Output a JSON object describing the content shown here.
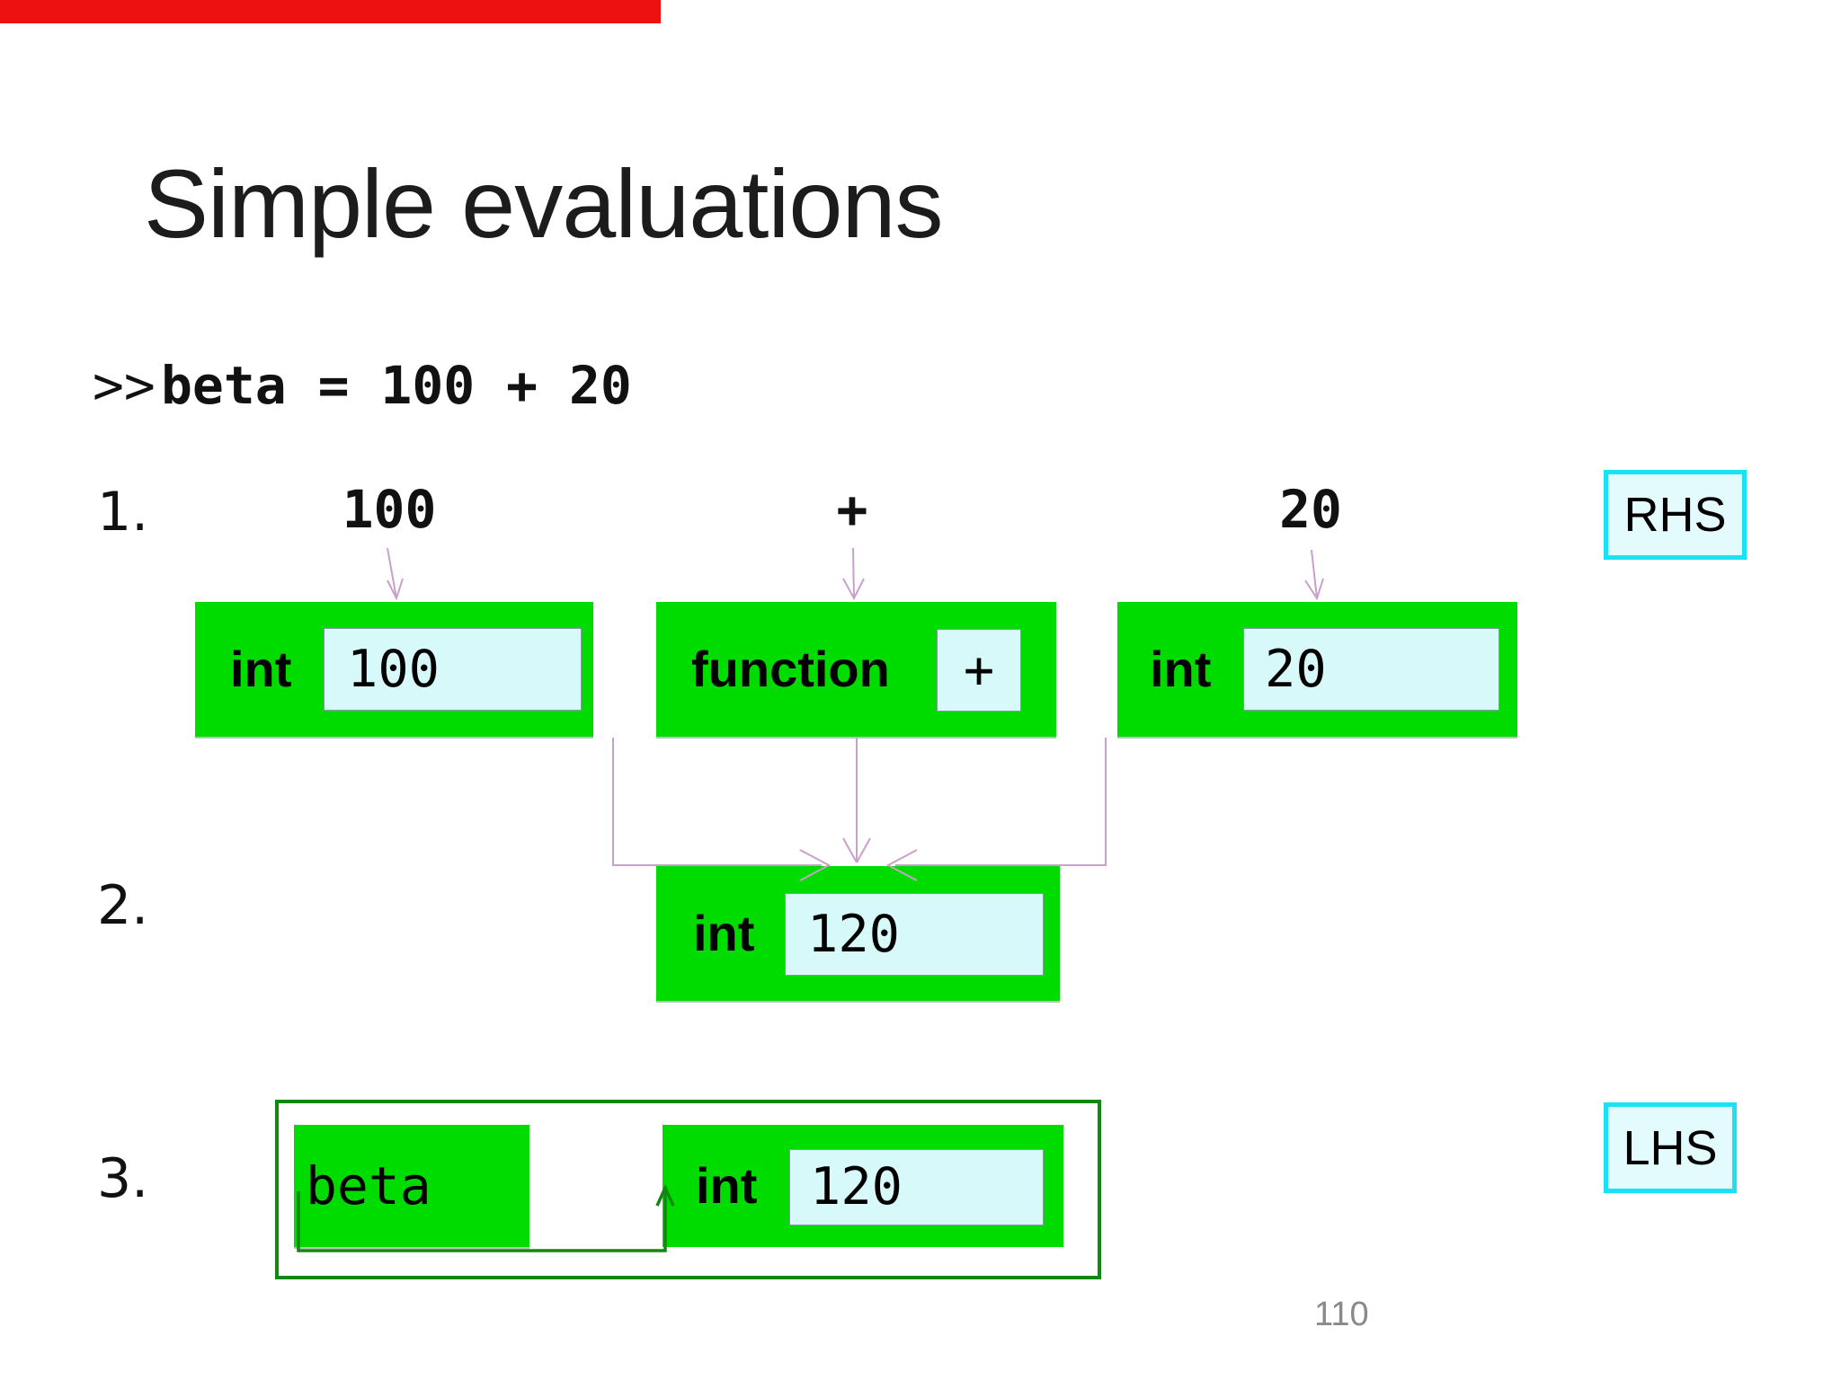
{
  "slide": {
    "title": "Simple evaluations",
    "page_number": "110",
    "code": {
      "prompt": ">>",
      "statement": "beta = 100 + 20"
    },
    "side_labels": {
      "rhs": "RHS",
      "lhs": "LHS"
    },
    "steps": {
      "one": {
        "number": "1.",
        "operands": [
          "100",
          "+",
          "20"
        ],
        "boxes": [
          {
            "type": "int",
            "value": "100"
          },
          {
            "type": "function",
            "value": "+"
          },
          {
            "type": "int",
            "value": "20"
          }
        ]
      },
      "two": {
        "number": "2.",
        "box": {
          "type": "int",
          "value": "120"
        }
      },
      "three": {
        "number": "3.",
        "variable": "beta",
        "box": {
          "type": "int",
          "value": "120"
        }
      }
    },
    "colors": {
      "progress_bar_red": "#ee1111",
      "box_green": "#00dc00",
      "value_box_cyan": "#d7f9fa",
      "arrow_plum": "#c9a0c9",
      "assignment_dark_green": "#128812",
      "side_label_border_cyan": "#19e2f5",
      "page_number_gray": "#898989"
    }
  }
}
